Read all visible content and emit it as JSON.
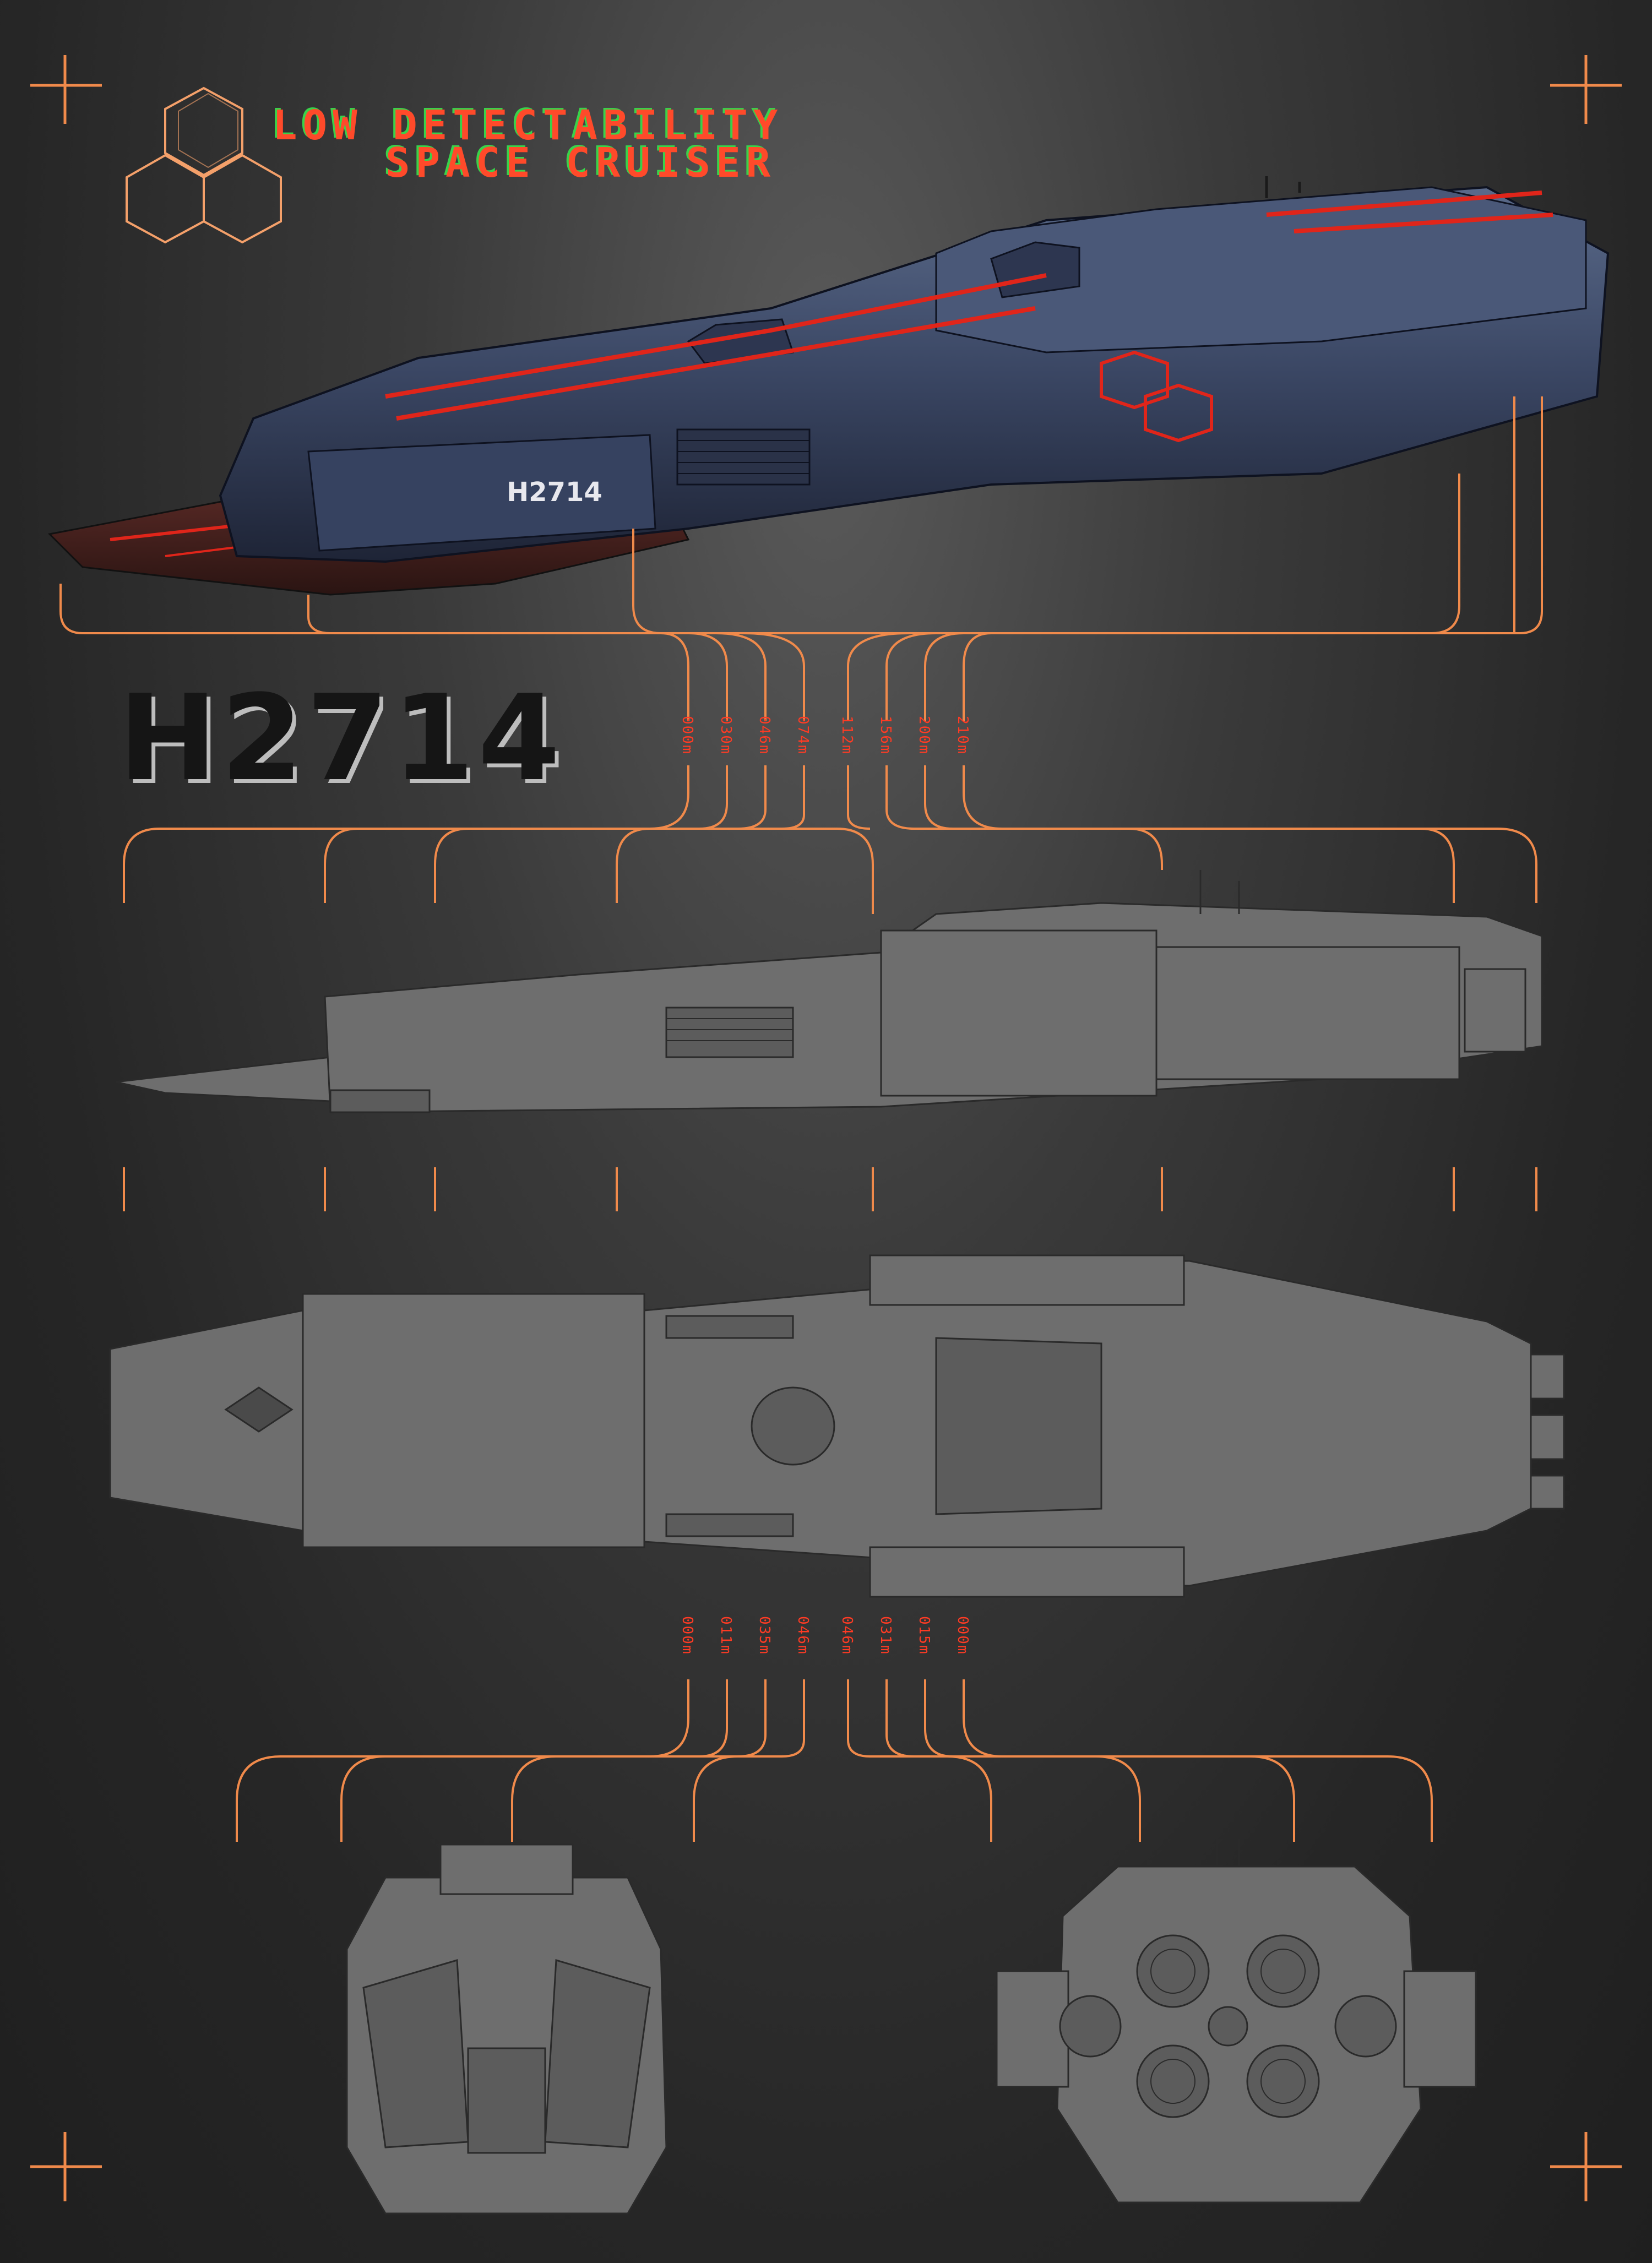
{
  "title": {
    "line1": "LOW DETECTABILITY",
    "line2": "SPACE CRUISER"
  },
  "designation": "H2714",
  "hull_marking": "H2714",
  "scale_top": [
    "000m",
    "030m",
    "046m",
    "074m",
    "112m",
    "156m",
    "200m",
    "210m"
  ],
  "scale_bottom": [
    "000m",
    "011m",
    "035m",
    "046m",
    "046m",
    "031m",
    "015m",
    "000m"
  ],
  "colors": {
    "accent_orange": "#f08a4b",
    "label_red": "#ff3b24",
    "title_green": "#39d24a",
    "hull_blue": "#3d4a66",
    "hull_red": "#e0251a",
    "blueprint_gray": "#6e6e6e",
    "blueprint_line": "#2a2a2a"
  },
  "icons": [
    "hexagon-cluster-logo",
    "corner-crosshair"
  ]
}
